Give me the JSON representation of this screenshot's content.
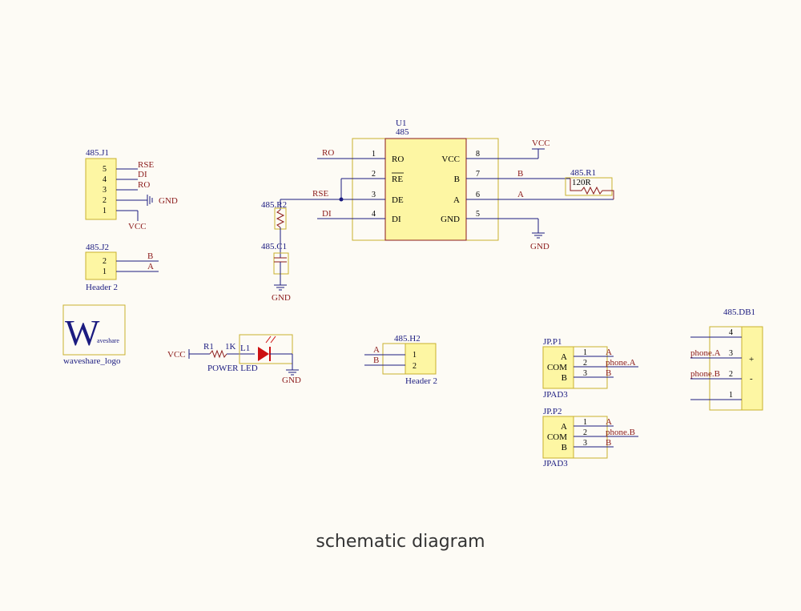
{
  "caption": "schematic diagram",
  "colors": {
    "background": "#fdfbf5",
    "wire": "#1b1b80",
    "body_fill": "#fdf6a3",
    "body_stroke": "#c9b02d",
    "net_label": "#8b1a1a",
    "led": "#cc1111"
  },
  "u1": {
    "ref": "U1",
    "value": "485",
    "left_pins": [
      {
        "num": "1",
        "name": "RO",
        "net": "RO"
      },
      {
        "num": "2",
        "name": "RE",
        "net": ""
      },
      {
        "num": "3",
        "name": "DE",
        "net": "RSE"
      },
      {
        "num": "4",
        "name": "DI",
        "net": "DI"
      }
    ],
    "right_pins": [
      {
        "num": "8",
        "name": "VCC",
        "net": ""
      },
      {
        "num": "7",
        "name": "B",
        "net": "B"
      },
      {
        "num": "6",
        "name": "A",
        "net": "A"
      },
      {
        "num": "5",
        "name": "GND",
        "net": ""
      }
    ],
    "vcc": "VCC",
    "gnd": "GND"
  },
  "r1": {
    "ref": "485.R1",
    "value": "120R"
  },
  "r2": {
    "ref": "485.R2"
  },
  "c1": {
    "ref": "485.C1",
    "gnd": "GND"
  },
  "j1": {
    "ref": "485.J1",
    "pins": [
      "5",
      "4",
      "3",
      "2",
      "1"
    ],
    "nets": [
      "RSE",
      "DI",
      "RO"
    ],
    "gnd": "GND",
    "vcc": "VCC"
  },
  "j2": {
    "ref": "485.J2",
    "value": "Header 2",
    "pins": [
      "2",
      "1"
    ],
    "nets": [
      "B",
      "A"
    ]
  },
  "logo": {
    "big": "W",
    "small": "aveshare",
    "ref": "waveshare_logo"
  },
  "led": {
    "vcc": "VCC",
    "r_ref": "R1",
    "r_val": "1K",
    "ref": "L1",
    "value": "POWER LED",
    "gnd": "GND"
  },
  "h2": {
    "ref": "485.H2",
    "value": "Header 2",
    "pins": [
      "1",
      "2"
    ],
    "nets": [
      "A",
      "B"
    ]
  },
  "jp1": {
    "ref": "JP.P1",
    "value": "JPAD3",
    "names": [
      "A",
      "COM",
      "B"
    ],
    "pins": [
      "1",
      "2",
      "3"
    ],
    "nets": [
      "A",
      "phone.A",
      "B"
    ]
  },
  "jp2": {
    "ref": "JP.P2",
    "value": "JPAD3",
    "names": [
      "A",
      "COM",
      "B"
    ],
    "pins": [
      "1",
      "2",
      "3"
    ],
    "nets": [
      "A",
      "phone.B",
      "B"
    ]
  },
  "db1": {
    "ref": "485.DB1",
    "pins": [
      "4",
      "3",
      "2",
      "1"
    ],
    "nets": [
      "phone.A",
      "phone.B"
    ],
    "signs": [
      "+",
      "-"
    ]
  }
}
